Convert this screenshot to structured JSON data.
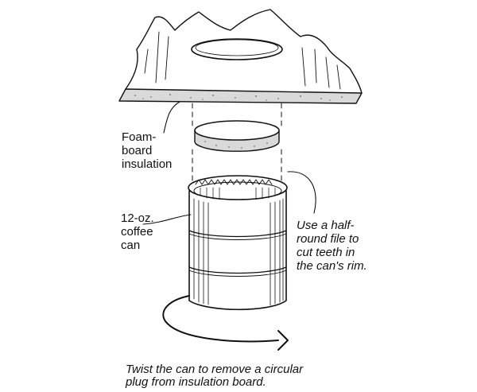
{
  "labels": {
    "foam_board": "Foam-\nboard\ninsulation",
    "coffee_can": "12-oz.\ncoffee\ncan",
    "half_round_file": "Use a half-\nround file to\ncut teeth in\nthe can's rim.",
    "twist_caption": "Twist the can to remove a circular\nplug from insulation board."
  }
}
